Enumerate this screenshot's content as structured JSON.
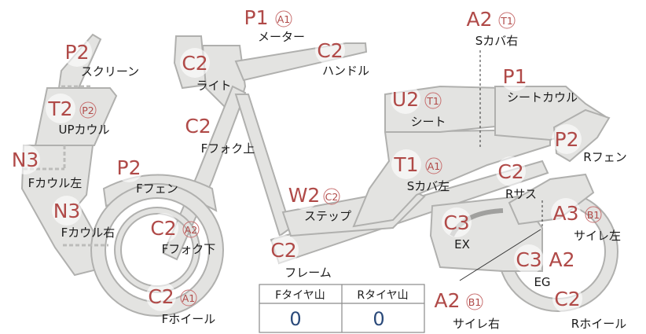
{
  "parts": [
    {
      "key": "screen",
      "label": "スクリーン",
      "code": "P2",
      "sub": ""
    },
    {
      "key": "up_cowl",
      "label": "UPカウル",
      "code": "T2",
      "sub": "P2"
    },
    {
      "key": "f_cowl_left",
      "label": "Fカウル左",
      "code": "N3",
      "sub": ""
    },
    {
      "key": "f_cowl_right",
      "label": "Fカウル右",
      "code": "N3",
      "sub": ""
    },
    {
      "key": "light",
      "label": "ライト",
      "code": "C2",
      "sub": ""
    },
    {
      "key": "meter",
      "label": "メーター",
      "code": "P1",
      "sub": "A1"
    },
    {
      "key": "handle",
      "label": "ハンドル",
      "code": "C2",
      "sub": ""
    },
    {
      "key": "f_fork_upper",
      "label": "Fフォク上",
      "code": "C2",
      "sub": ""
    },
    {
      "key": "f_fender",
      "label": "Fフェン",
      "code": "P2",
      "sub": ""
    },
    {
      "key": "f_fork_lower",
      "label": "Fフォク下",
      "code": "C2",
      "sub": "A2"
    },
    {
      "key": "f_wheel",
      "label": "Fホイール",
      "code": "C2",
      "sub": "A1"
    },
    {
      "key": "frame",
      "label": "フレーム",
      "code": "C2",
      "sub": ""
    },
    {
      "key": "step",
      "label": "ステップ",
      "code": "W2",
      "sub": "C2"
    },
    {
      "key": "s_cover_left",
      "label": "Sカバ左",
      "code": "T1",
      "sub": "A1"
    },
    {
      "key": "seat",
      "label": "シート",
      "code": "U2",
      "sub": "T1"
    },
    {
      "key": "s_cover_right",
      "label": "Sカバ右",
      "code": "A2",
      "sub": "T1"
    },
    {
      "key": "seat_cowl",
      "label": "シートカウル",
      "code": "P1",
      "sub": ""
    },
    {
      "key": "r_fender",
      "label": "Rフェン",
      "code": "P2",
      "sub": ""
    },
    {
      "key": "r_sus",
      "label": "Rサス",
      "code": "C2",
      "sub": ""
    },
    {
      "key": "ex",
      "label": "EX",
      "code": "C3",
      "sub": ""
    },
    {
      "key": "muffler_left",
      "label": "サイレ左",
      "code": "A3",
      "sub": "B1"
    },
    {
      "key": "eg",
      "label": "EG",
      "code": "C3",
      "code2": "A2",
      "sub": ""
    },
    {
      "key": "muffler_right",
      "label": "サイレ右",
      "code": "A2",
      "sub": "B1"
    },
    {
      "key": "r_wheel",
      "label": "Rホイール",
      "code": "C2",
      "sub": ""
    }
  ],
  "tire_table": {
    "headers": [
      "Fタイヤ山",
      "Rタイヤ山"
    ],
    "values": [
      "0",
      "0"
    ]
  }
}
